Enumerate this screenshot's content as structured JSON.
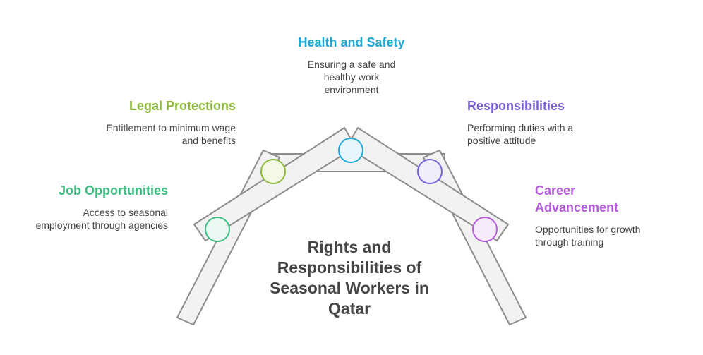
{
  "title": "Rights and Responsibilities of Seasonal Workers in Qatar",
  "items": [
    {
      "title": "Job Opportunities",
      "description": "Access to seasonal employment through agencies",
      "color": "#3DBE81"
    },
    {
      "title": "Legal Protections",
      "description": "Entitlement to minimum wage and benefits",
      "color": "#8DB83A"
    },
    {
      "title": "Health and Safety",
      "description": "Ensuring a safe and healthy work environment",
      "color": "#1FA8D6"
    },
    {
      "title": "Responsibilities",
      "description": "Performing duties with a positive attitude",
      "color": "#7A5FD6"
    },
    {
      "title": "Career Advancement",
      "description": "Opportunities for growth through training",
      "color": "#B45CDB"
    }
  ]
}
